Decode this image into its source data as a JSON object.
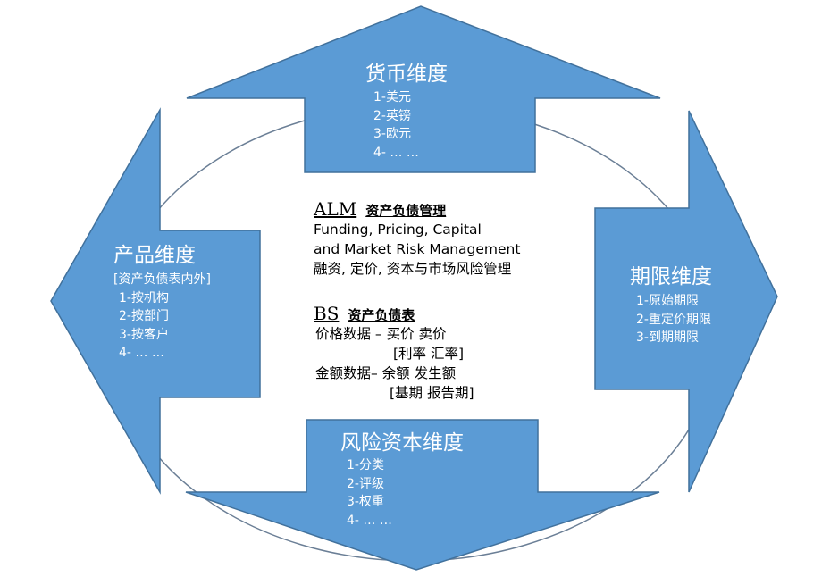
{
  "currency": {
    "title": "货币维度",
    "items": [
      "1-美元",
      "2-英镑",
      "3-欧元",
      "4- … …"
    ]
  },
  "product": {
    "title": "产品维度",
    "subtitle": "[资产负债表内外]",
    "items": [
      "1-按机构",
      "2-按部门",
      "3-按客户",
      "4- … …"
    ]
  },
  "term": {
    "title": "期限维度",
    "items": [
      "1-原始期限",
      "2-重定价期限",
      "3-到期期限"
    ]
  },
  "risk_capital": {
    "title": "风险资本维度",
    "items": [
      "1-分类",
      "2-评级",
      "3-权重",
      "4- … …"
    ]
  },
  "center": {
    "alm_abbr": "ALM",
    "alm_cn": "资产负债管理",
    "alm_lines": [
      "Funding, Pricing, Capital",
      "and Market Risk Management",
      "融资, 定价, 资本与市场风险管理"
    ],
    "bs_abbr": "BS",
    "bs_cn": "资产负债表",
    "bs_lines": [
      "价格数据 –  买价  卖价",
      "[利率  汇率]",
      "金额数据–  余额  发生额",
      "[基期  报告期]"
    ]
  },
  "colors": {
    "arrow": "#5b9bd5",
    "arrow_border": "#41719c",
    "ellipse": "#6b7f96"
  }
}
